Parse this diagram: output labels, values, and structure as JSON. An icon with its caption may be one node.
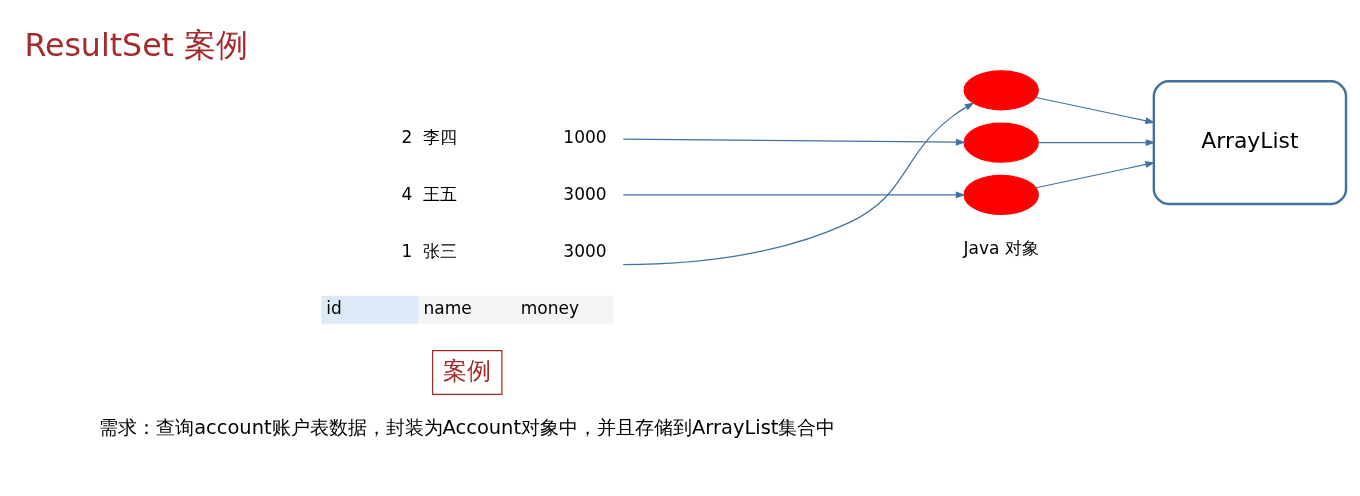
{
  "diagram": {
    "title": "ResultSet 案例",
    "nodes": [
      {
        "text": [
          "1",
          "张三",
          "3000"
        ]
      },
      {
        "text": [
          "2",
          "李四",
          "1000"
        ]
      },
      {
        "text": [
          "4",
          "王五",
          "3000"
        ]
      },
      {
        "text": [],
        "shape": "ellipse"
      },
      {
        "text": [],
        "shape": "ellipse"
      },
      {
        "text": [],
        "shape": "ellipse"
      },
      {
        "text": [
          "ArrayList"
        ]
      }
    ],
    "edges": [
      {
        "from": 0,
        "to": 3,
        "arrow": "to"
      },
      {
        "from": 1,
        "to": 4,
        "arrow": "to"
      },
      {
        "from": 2,
        "to": 5,
        "arrow": "to"
      },
      {
        "from": 3,
        "to": 6,
        "arrow": "to"
      },
      {
        "from": 4,
        "to": 6,
        "arrow": "to"
      },
      {
        "from": 5,
        "to": 6,
        "arrow": "to"
      }
    ],
    "labels": [
      "案例",
      "需求：查询account账户表数据，封装为Account对象中，并且存储到ArrayList集合中",
      "id",
      "name",
      "money",
      "Java 对象"
    ]
  }
}
